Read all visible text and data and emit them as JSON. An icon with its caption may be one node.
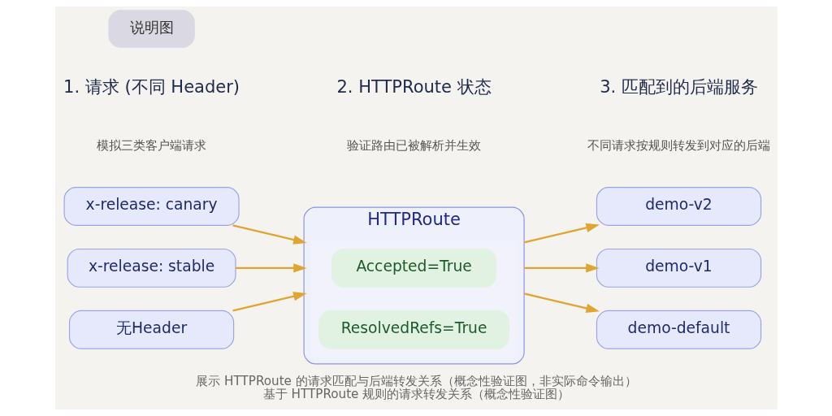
{
  "diagram": {
    "title": "展示 HTTPRoute 的请求匹配与后端转发关系（概念性验证图，非实际命令输出）",
    "caption": "基于 HTTPRoute 规则的请求转发关系（概念性验证图）",
    "nodes": [
      {
        "text": [
          "x-release: canary"
        ]
      },
      {
        "text": [
          "x-release: stable"
        ]
      },
      {
        "text": [
          "无Header"
        ]
      },
      {
        "text": [
          "HTTPRoute"
        ]
      },
      {
        "text": [
          "Accepted=True"
        ],
        "in": 3
      },
      {
        "text": [
          "ResolvedRefs=True"
        ],
        "in": 3
      },
      {
        "text": [
          "demo-v2"
        ]
      },
      {
        "text": [
          "demo-v1"
        ]
      },
      {
        "text": [
          "demo-default"
        ]
      }
    ],
    "edges": [
      {
        "from": 0,
        "to": 3,
        "arrow": "to"
      },
      {
        "from": 1,
        "to": 3,
        "arrow": "to"
      },
      {
        "from": 2,
        "to": 3,
        "arrow": "to"
      },
      {
        "from": 3,
        "to": 6,
        "arrow": "to"
      },
      {
        "from": 3,
        "to": 7,
        "arrow": "to"
      },
      {
        "from": 3,
        "to": 8,
        "arrow": "to"
      }
    ],
    "labels": [
      "说明图",
      "1. 请求 (不同 Header)",
      "模拟三类客户端请求",
      "2. HTTPRoute 状态",
      "验证路由已被解析并生效",
      "3. 匹配到的后端服务",
      "不同请求按规则转发到对应的后端"
    ]
  }
}
